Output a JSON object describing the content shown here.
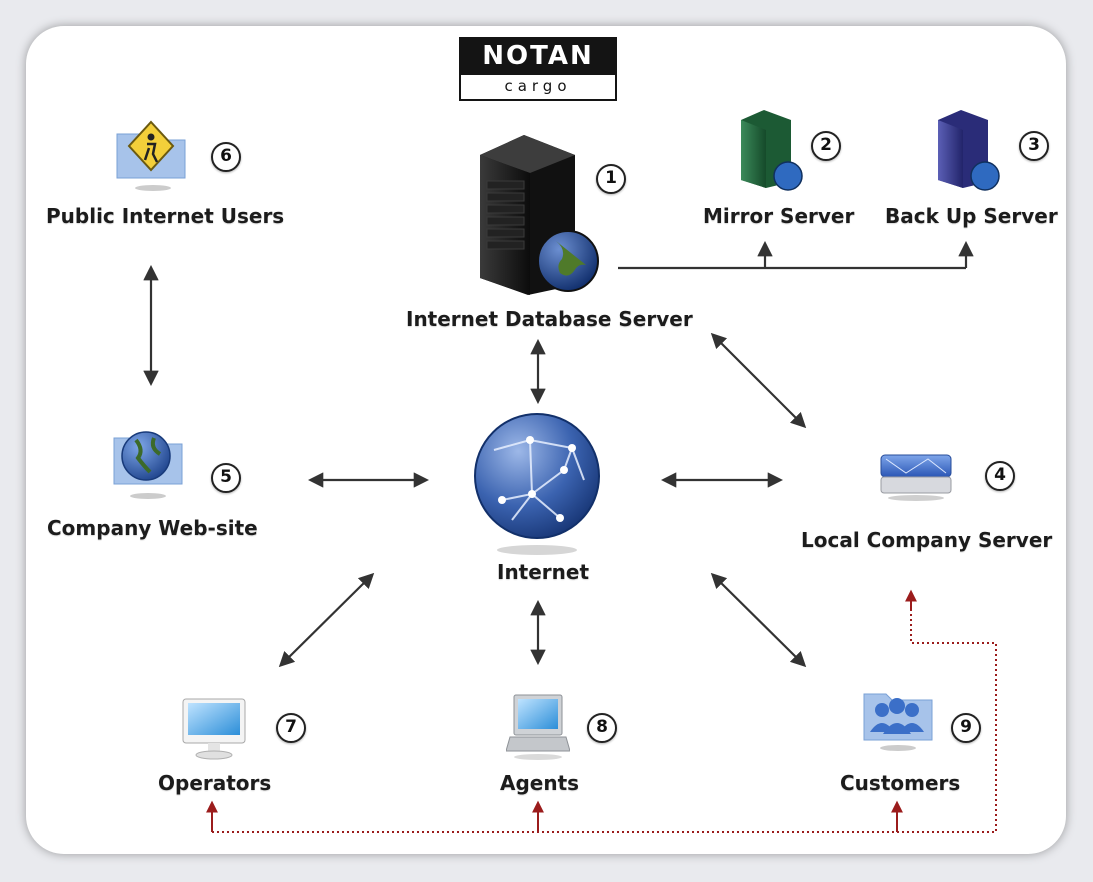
{
  "logo": {
    "name": "NOTAN",
    "sub": "cargo"
  },
  "nodes": {
    "database": {
      "label": "Internet Database Server",
      "num": "1"
    },
    "mirror": {
      "label": "Mirror Server",
      "num": "2"
    },
    "backup": {
      "label": "Back Up Server",
      "num": "3"
    },
    "local": {
      "label": "Local Company Server",
      "num": "4"
    },
    "website": {
      "label": "Company Web-site",
      "num": "5"
    },
    "public": {
      "label": "Public Internet Users",
      "num": "6"
    },
    "operators": {
      "label": "Operators",
      "num": "7"
    },
    "agents": {
      "label": "Agents",
      "num": "8"
    },
    "customers": {
      "label": "Customers",
      "num": "9"
    },
    "internet": {
      "label": "Internet"
    }
  },
  "colors": {
    "arrow": "#333333",
    "dotted": "#9b1c1c",
    "background": "#e9eaee",
    "card": "#ffffff"
  }
}
